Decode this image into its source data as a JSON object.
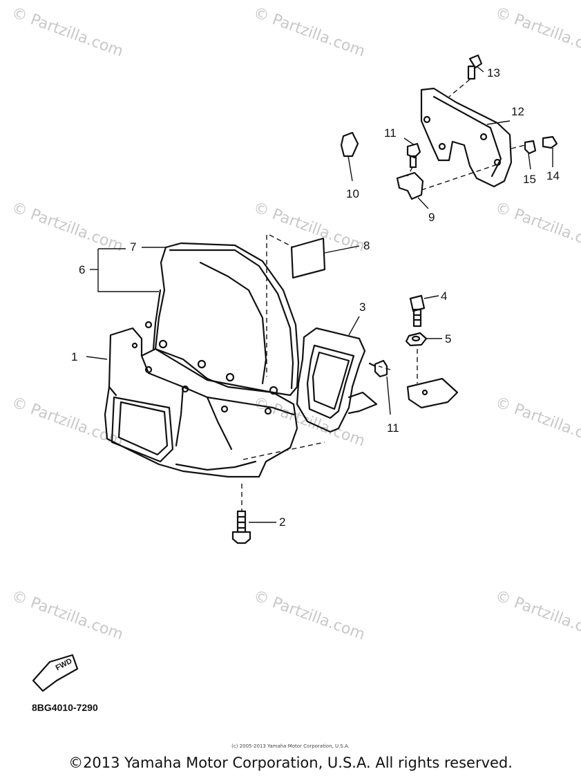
{
  "watermark": {
    "text": "© Partzilla.com"
  },
  "callouts": [
    "1",
    "2",
    "3",
    "4",
    "5",
    "6",
    "7",
    "8",
    "9",
    "10",
    "11",
    "11",
    "12",
    "13",
    "14",
    "15"
  ],
  "fwd_label": "FWD",
  "diagram_code": "8BG4010-7290",
  "small_copyright": "(c) 2005-2013 Yamaha Motor Corporation, U.S.A.",
  "copyright": "©2013 Yamaha Motor Corporation, U.S.A. All rights reserved."
}
